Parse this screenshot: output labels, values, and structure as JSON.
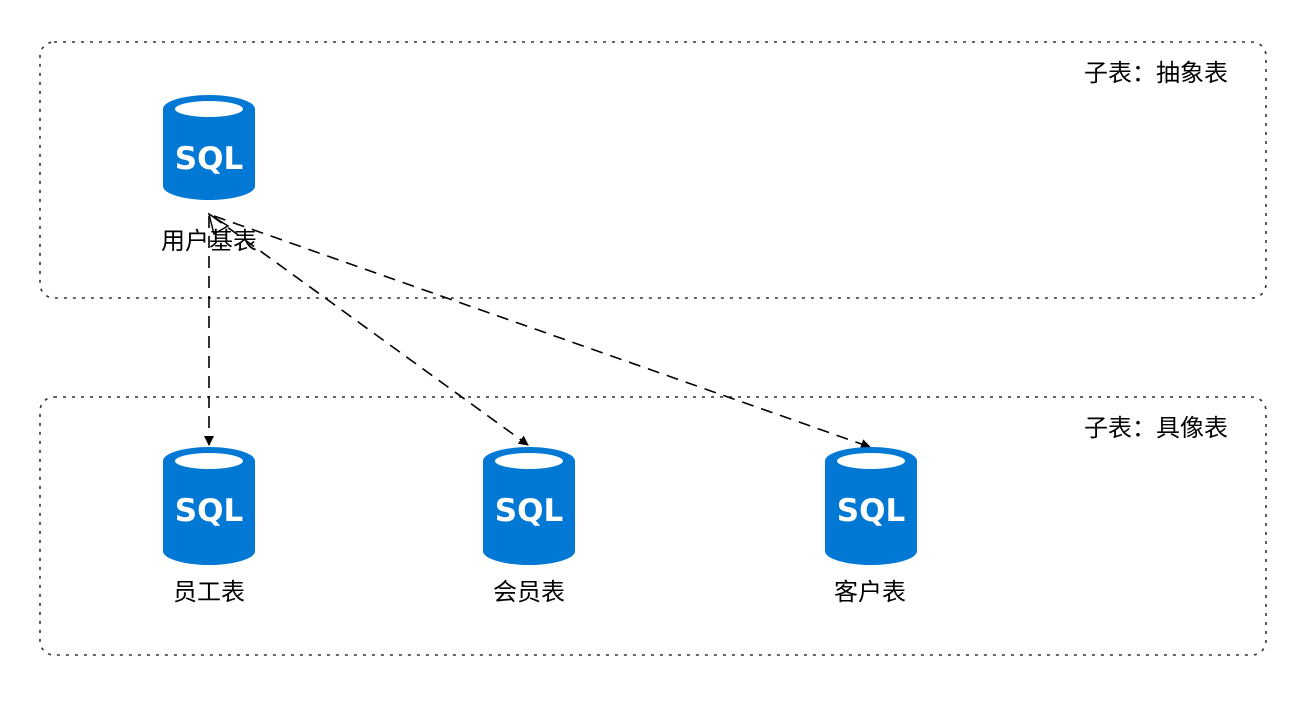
{
  "colors": {
    "database": "#0078d4",
    "database_top": "#ffffff",
    "edge": "#000000",
    "group_border": "#333333",
    "text": "#000000"
  },
  "groups": [
    {
      "id": "abstract",
      "label": "子表：抽象表"
    },
    {
      "id": "concrete",
      "label": "子表：具像表"
    }
  ],
  "nodes": [
    {
      "id": "user-base",
      "label": "用户基表",
      "icon": "sql-database-icon",
      "icon_text": "SQL"
    },
    {
      "id": "employee",
      "label": "员工表",
      "icon": "sql-database-icon",
      "icon_text": "SQL"
    },
    {
      "id": "member",
      "label": "会员表",
      "icon": "sql-database-icon",
      "icon_text": "SQL"
    },
    {
      "id": "customer",
      "label": "客户表",
      "icon": "sql-database-icon",
      "icon_text": "SQL"
    }
  ],
  "edges": [
    {
      "from": "user-base",
      "to": "employee",
      "style": "dashed"
    },
    {
      "from": "user-base",
      "to": "member",
      "style": "dashed"
    },
    {
      "from": "user-base",
      "to": "customer",
      "style": "dashed"
    }
  ]
}
